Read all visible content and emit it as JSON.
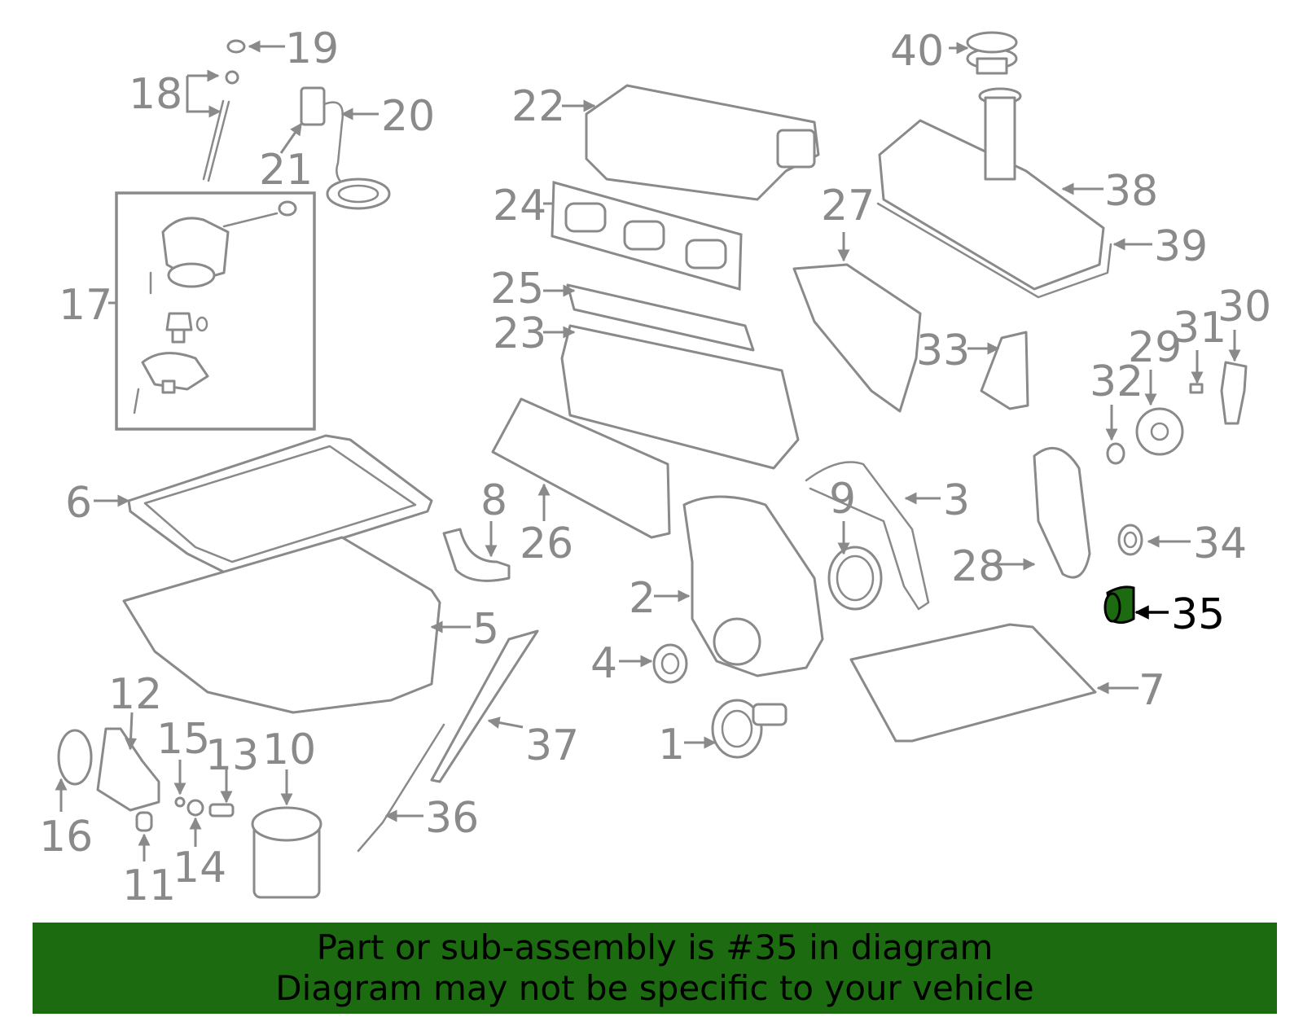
{
  "highlight_color": "#1c6b10",
  "callout_color": "#8a8a8a",
  "highlighted_part": "35",
  "callouts": {
    "c1": "1",
    "c2": "2",
    "c3": "3",
    "c4": "4",
    "c5": "5",
    "c6": "6",
    "c7": "7",
    "c8": "8",
    "c9": "9",
    "c10": "10",
    "c11": "11",
    "c12": "12",
    "c13": "13",
    "c14": "14",
    "c15": "15",
    "c16": "16",
    "c17": "17",
    "c18": "18",
    "c19": "19",
    "c20": "20",
    "c21": "21",
    "c22": "22",
    "c23": "23",
    "c24": "24",
    "c25": "25",
    "c26": "26",
    "c27": "27",
    "c28": "28",
    "c29": "29",
    "c30": "30",
    "c31": "31",
    "c32": "32",
    "c33": "33",
    "c34": "34",
    "c35": "35",
    "c36": "36",
    "c37": "37",
    "c38": "38",
    "c39": "39",
    "c40": "40"
  },
  "banner": {
    "line1": "Part or sub-assembly is #35 in diagram",
    "line2": "Diagram may not be specific to your vehicle"
  }
}
